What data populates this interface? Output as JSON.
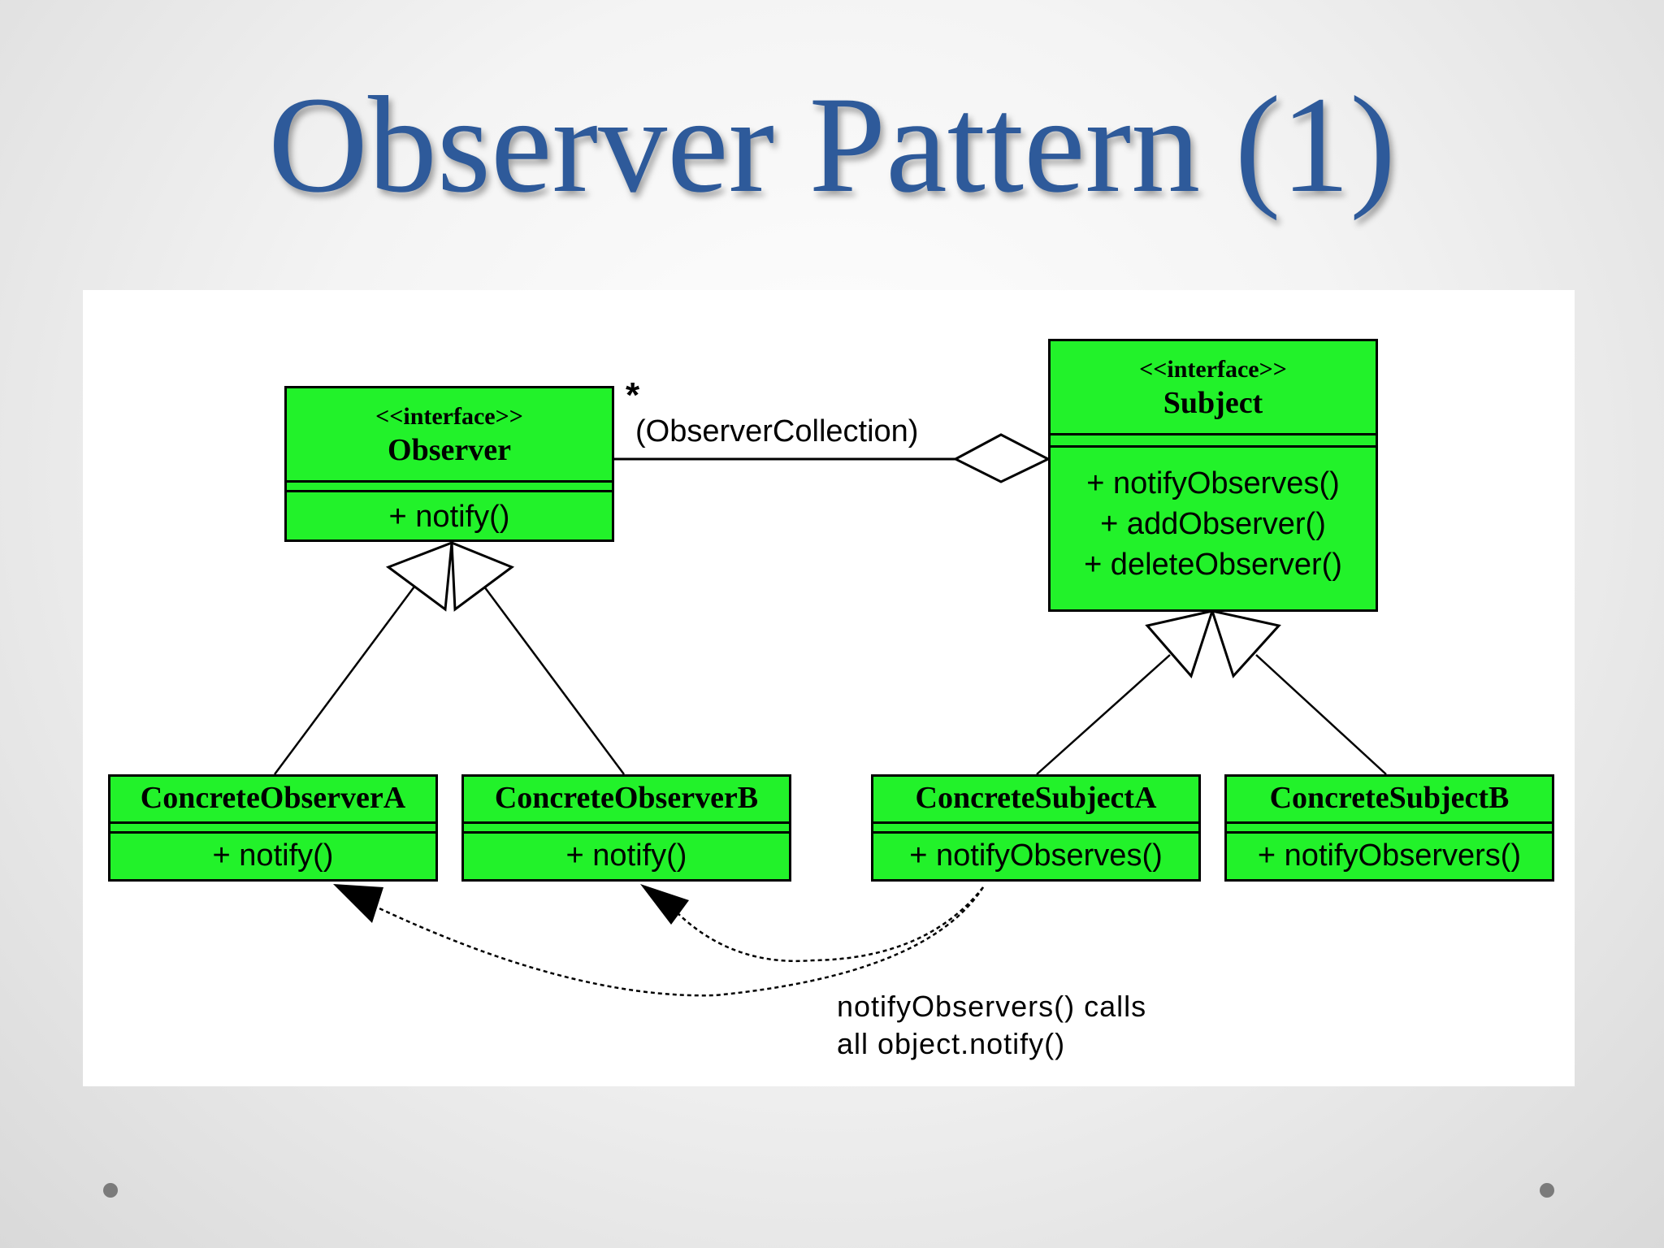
{
  "slide": {
    "title": "Observer Pattern (1)"
  },
  "diagram": {
    "observer": {
      "stereotype": "<<interface>>",
      "name": "Observer",
      "methods": [
        "+ notify()"
      ]
    },
    "subject": {
      "stereotype": "<<interface>>",
      "name": "Subject",
      "methods": [
        "+ notifyObserves()",
        "+ addObserver()",
        "+ deleteObserver()"
      ]
    },
    "concrete_observer_a": {
      "name": "ConcreteObserverA",
      "methods": [
        "+ notify()"
      ]
    },
    "concrete_observer_b": {
      "name": "ConcreteObserverB",
      "methods": [
        "+ notify()"
      ]
    },
    "concrete_subject_a": {
      "name": "ConcreteSubjectA",
      "methods": [
        "+ notifyObserves()"
      ]
    },
    "concrete_subject_b": {
      "name": "ConcreteSubjectB",
      "methods": [
        "+ notifyObservers()"
      ]
    },
    "association": {
      "multiplicity": "*",
      "label": "(ObserverCollection)"
    },
    "note": {
      "line1": "notifyObservers() calls",
      "line2": "all object.notify()"
    }
  },
  "colors": {
    "title": "#2e5a9a",
    "class_fill": "#22f22a"
  }
}
